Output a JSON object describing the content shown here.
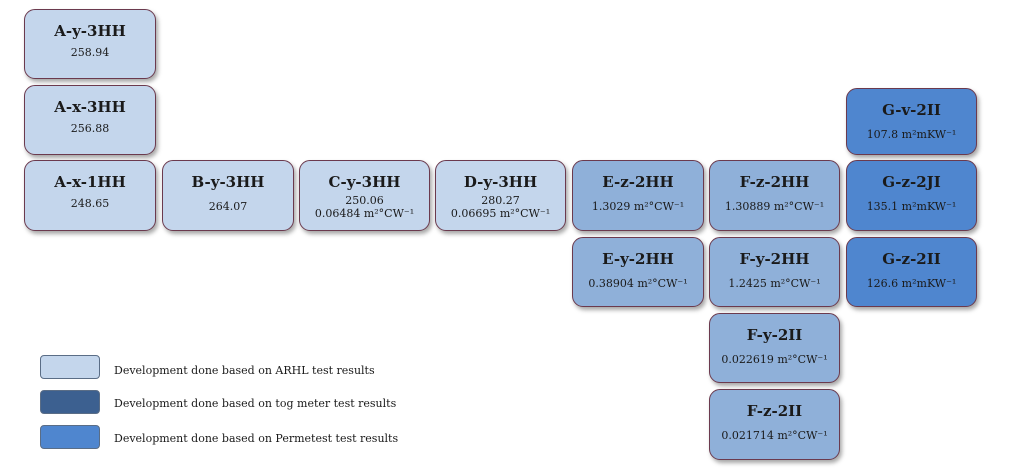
{
  "boxes": {
    "a_y_3hh": {
      "name": "A-y-3HH",
      "value": "258.94"
    },
    "a_x_3hh": {
      "name": "A-x-3HH",
      "value": "256.88"
    },
    "a_x_1hh": {
      "name": "A-x-1HH",
      "value": "248.65"
    },
    "b_y_3hh": {
      "name": "B-y-3HH",
      "value": "264.07"
    },
    "c_y_3hh": {
      "name": "C-y-3HH",
      "value": "250.06",
      "value2": "0.06484 m²°CW⁻¹"
    },
    "d_y_3hh": {
      "name": "D-y-3HH",
      "value": "280.27",
      "value2": "0.06695 m²°CW⁻¹"
    },
    "e_z_2hh": {
      "name": "E-z-2HH",
      "value": "1.3029 m²°CW⁻¹"
    },
    "e_y_2hh": {
      "name": "E-y-2HH",
      "value": "0.38904 m²°CW⁻¹"
    },
    "f_z_2hh": {
      "name": "F-z-2HH",
      "value": "1.30889 m²°CW⁻¹"
    },
    "f_y_2hh": {
      "name": "F-y-2HH",
      "value": "1.2425 m²°CW⁻¹"
    },
    "f_y_2ii": {
      "name": "F-y-2II",
      "value": "0.022619 m²°CW⁻¹"
    },
    "f_z_2ii": {
      "name": "F-z-2II",
      "value": "0.021714 m²°CW⁻¹"
    },
    "g_v_2ii": {
      "name": "G-v-2II",
      "value": "107.8 m²mKW⁻¹"
    },
    "g_z_2ji": {
      "name": "G-z-2JI",
      "value": "135.1 m²mKW⁻¹"
    },
    "g_z_2ii": {
      "name": "G-z-2II",
      "value": "126.6 m²mKW⁻¹"
    }
  },
  "legend": [
    {
      "label": "Development done based on ARHL test results",
      "color": "#c4d6ec"
    },
    {
      "label": "Development done based on tog meter test results",
      "color": "#3c6090"
    },
    {
      "label": "Development done based on Permetest test results",
      "color": "#4f86cf"
    }
  ]
}
